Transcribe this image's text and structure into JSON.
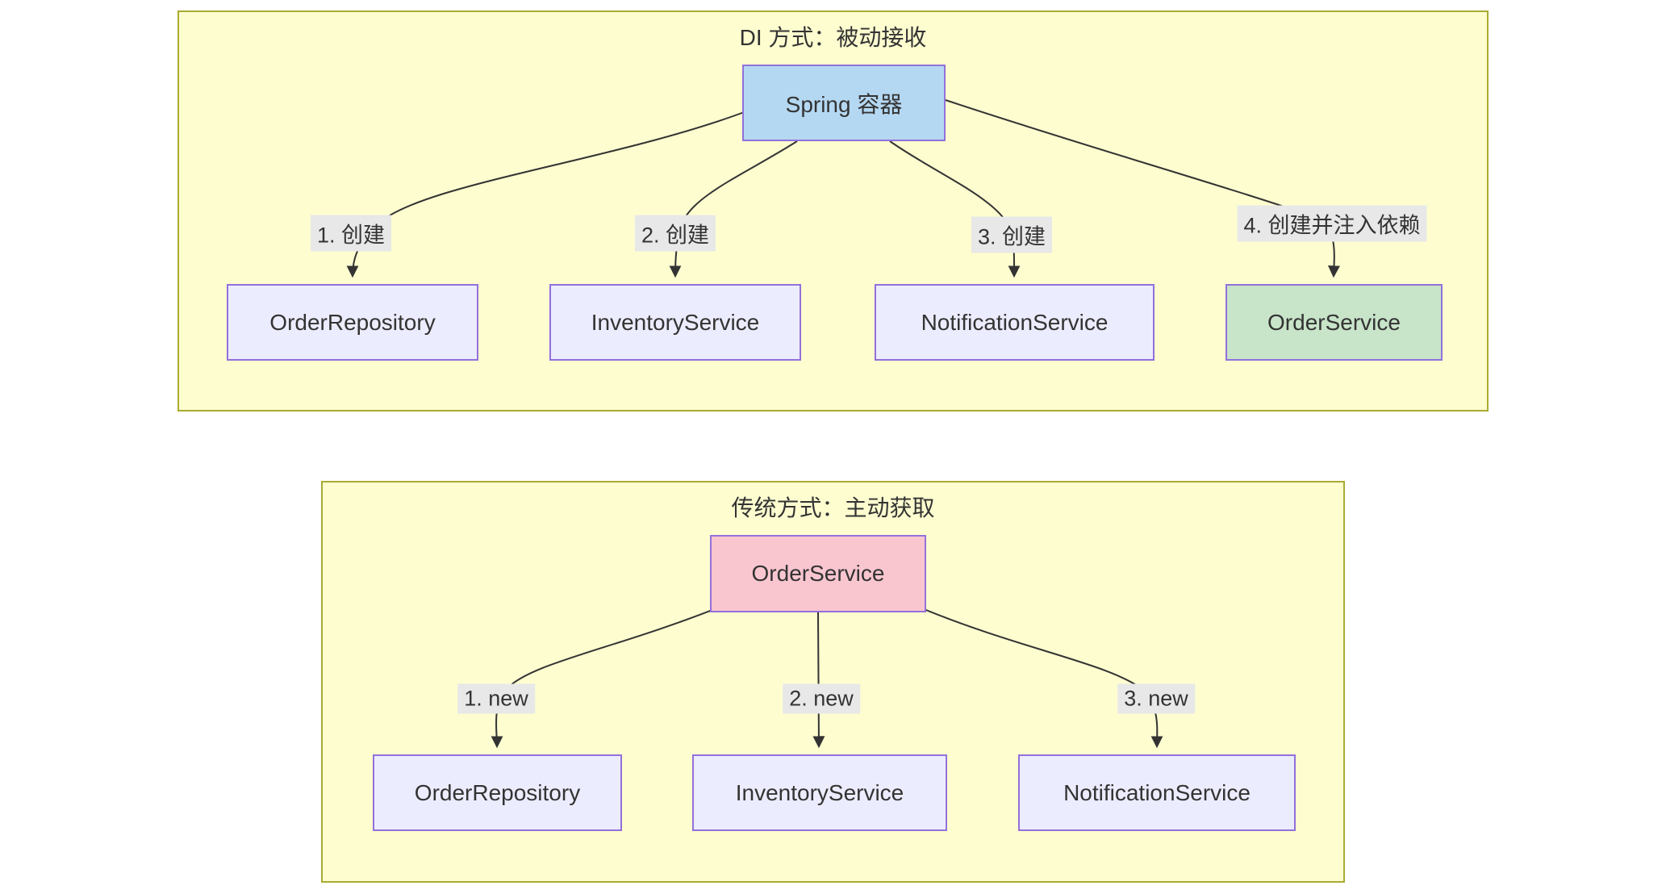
{
  "diagram": {
    "sections": [
      {
        "title": "DI 方式：被动接收",
        "nodes": [
          {
            "id": "spring-container",
            "label": "Spring 容器"
          },
          {
            "id": "order-repository",
            "label": "OrderRepository"
          },
          {
            "id": "inventory-service",
            "label": "InventoryService"
          },
          {
            "id": "notification-service",
            "label": "NotificationService"
          },
          {
            "id": "order-service",
            "label": "OrderService"
          }
        ],
        "edge_labels": [
          "1. 创建",
          "2. 创建",
          "3. 创建",
          "4. 创建并注入依赖"
        ]
      },
      {
        "title": "传统方式：主动获取",
        "nodes": [
          {
            "id": "order-service",
            "label": "OrderService"
          },
          {
            "id": "order-repository",
            "label": "OrderRepository"
          },
          {
            "id": "inventory-service",
            "label": "InventoryService"
          },
          {
            "id": "notification-service",
            "label": "NotificationService"
          }
        ],
        "edge_labels": [
          "1. new",
          "2. new",
          "3. new"
        ]
      }
    ],
    "colors": {
      "cluster_fill": "#fdfdd0",
      "cluster_border": "#aaaa33",
      "node_default_fill": "#ECECFF",
      "node_border": "#9370DB",
      "container_node_fill": "#b5d8f2",
      "injected_node_fill": "#c8e4c9",
      "traditional_node_fill": "#f9c6d0",
      "edge_stroke": "#333333",
      "edge_label_bg": "#e8e8e8",
      "text": "#333333"
    }
  }
}
